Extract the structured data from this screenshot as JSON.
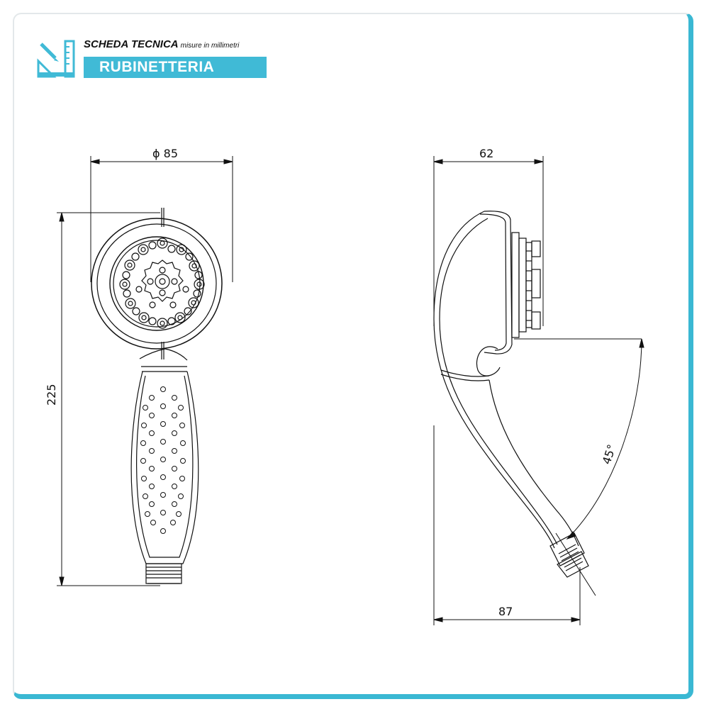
{
  "header": {
    "title": "SCHEDA TECNICA",
    "subtitle": "misure in millimetri",
    "category": "RUBINETTERIA"
  },
  "dimensions": {
    "head_diameter": "ϕ 85",
    "overall_height": "225",
    "head_depth": "62",
    "overall_depth": "87",
    "angle": "45°"
  },
  "colors": {
    "accent": "#40bad6",
    "line": "#111111"
  },
  "icons": [
    "set-square-ruler-logo-icon"
  ]
}
